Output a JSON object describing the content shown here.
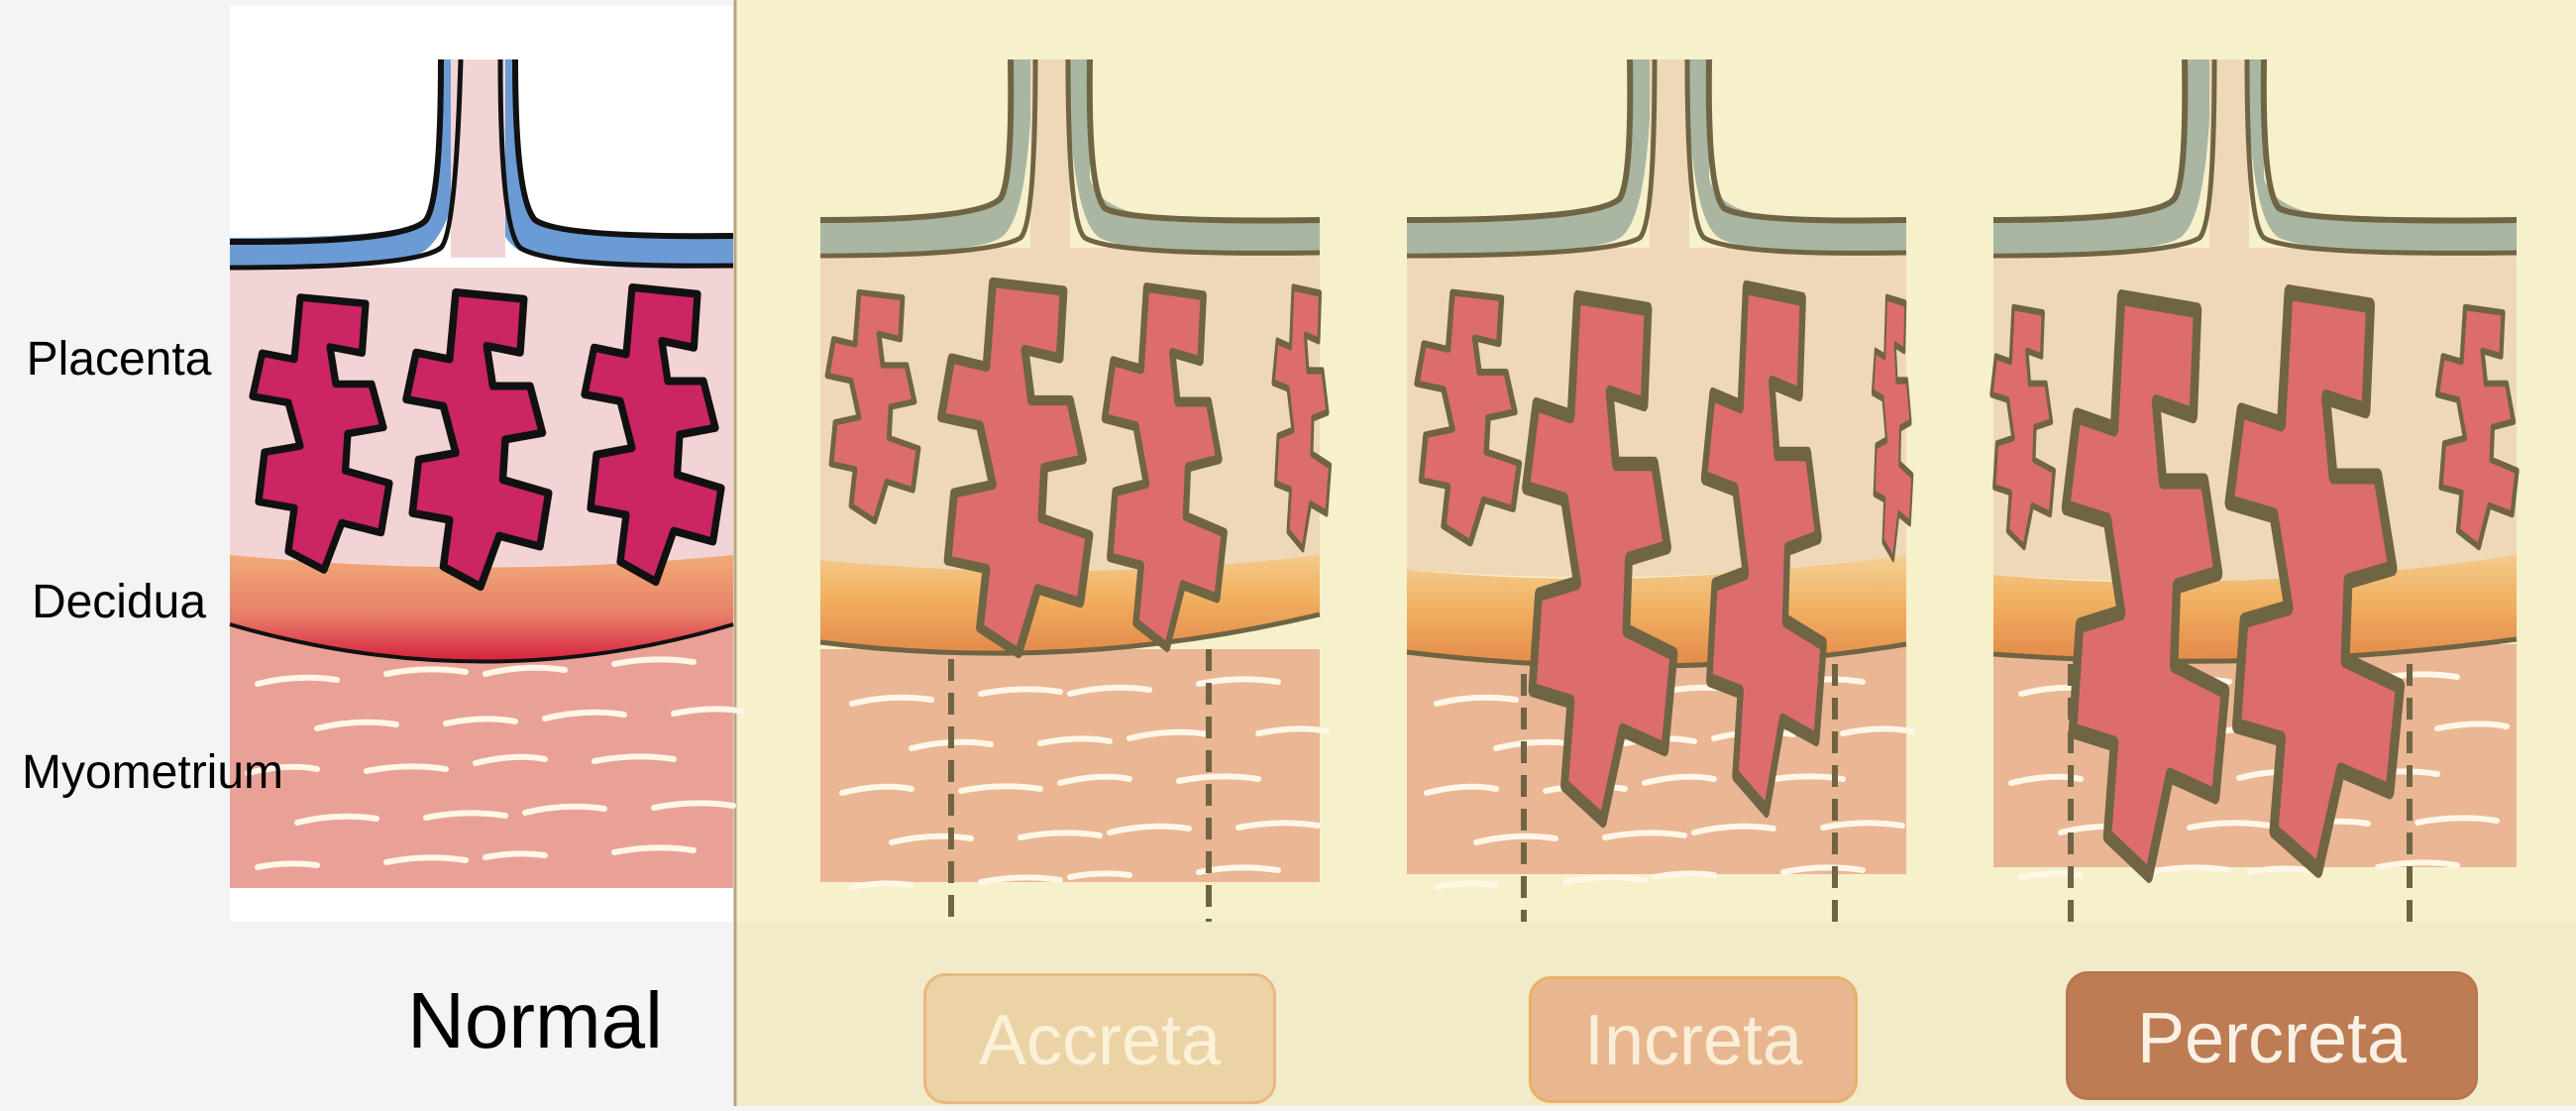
{
  "labels": {
    "placenta": "Placenta",
    "decidua": "Decidua",
    "myometrium": "Myometrium"
  },
  "panels": {
    "normal": "Normal",
    "accreta": "Accreta",
    "increta": "Increta",
    "percreta": "Percreta"
  },
  "colors": {
    "page_bg": "#f4f4f4",
    "abnormal_bg": "#f6f0cb",
    "normal_villi": "#cc2563",
    "abnormal_villi": "#dd6c6f",
    "decidua": "#f2a96a",
    "myometrium": "#e9a197",
    "vessel": "#6b9bd5",
    "outline": "#6f6443"
  }
}
